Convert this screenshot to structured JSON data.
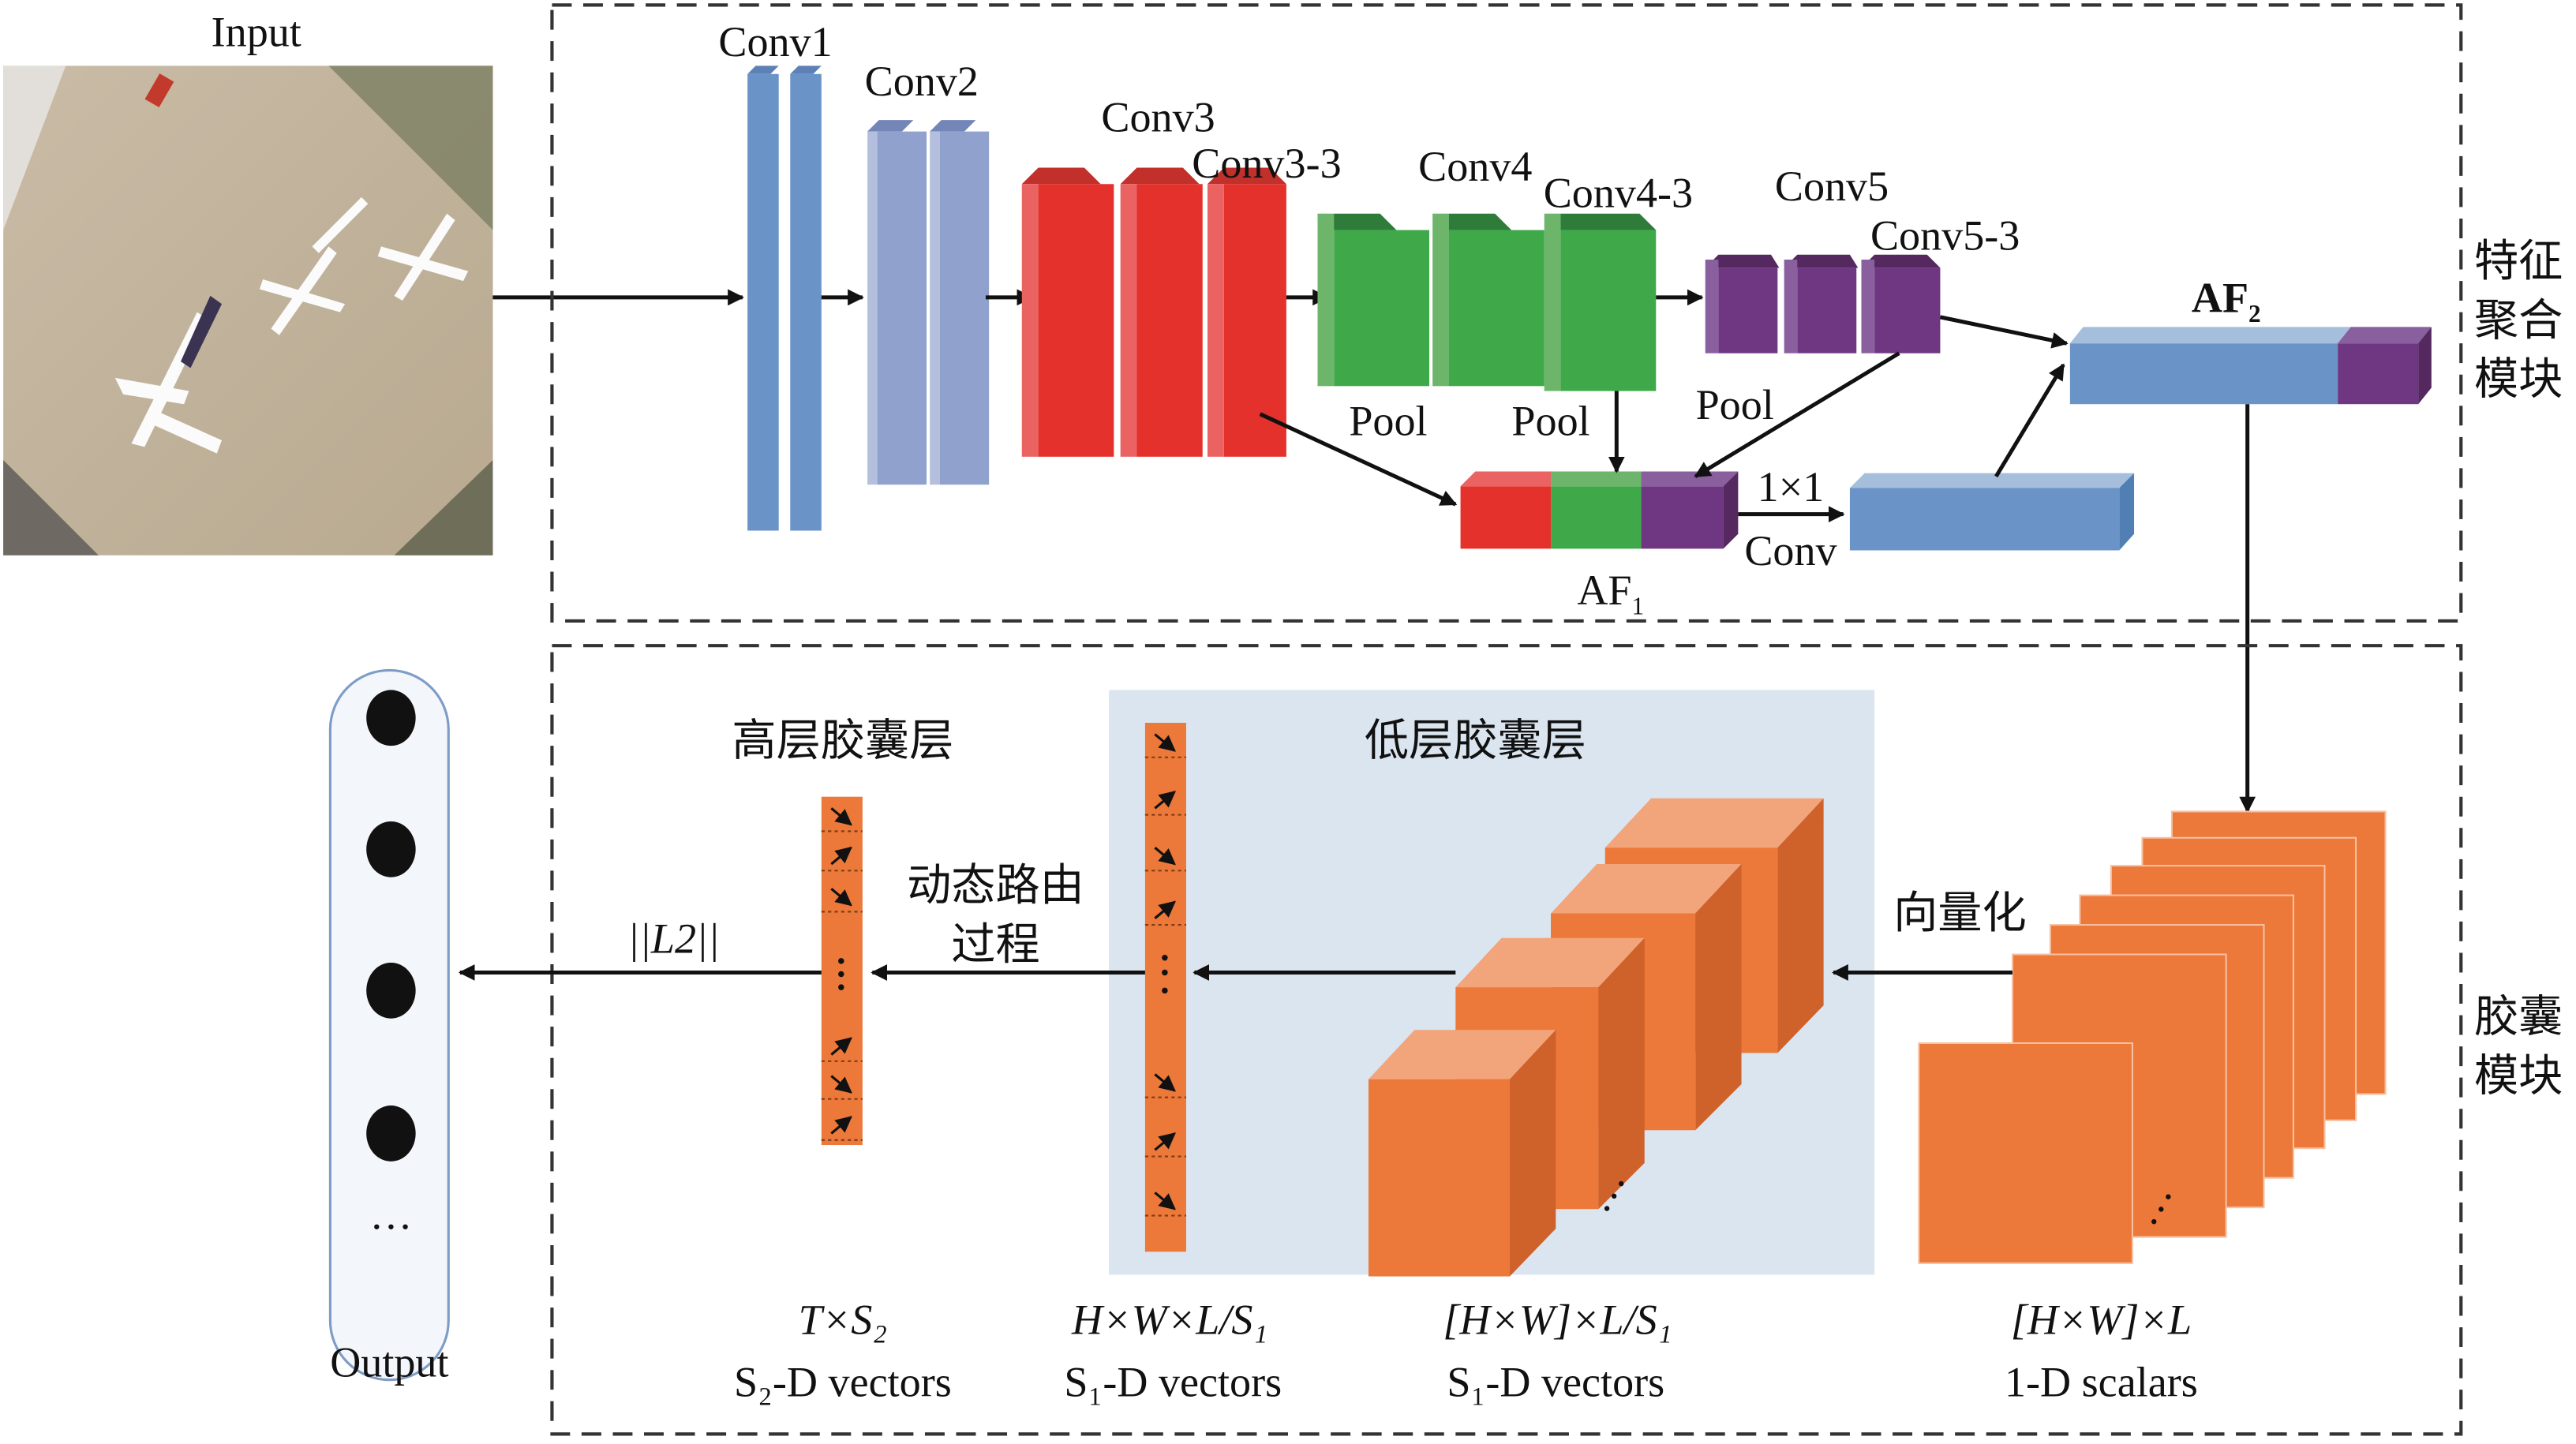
{
  "input": {
    "label": "Input",
    "image_desc": "aerial photo of airport apron with four parked aircraft"
  },
  "feature_module": {
    "side_label": [
      "特征",
      "聚合",
      "模块"
    ],
    "layers": [
      {
        "label": "Conv1",
        "color": "#6a93c7"
      },
      {
        "label": "Conv2",
        "color": "#8fa1cc"
      },
      {
        "label": "Conv3",
        "color": "#e5312b"
      },
      {
        "label": "Conv3-3",
        "color": "#e5312b"
      },
      {
        "label": "Conv4",
        "color": "#3fa94a"
      },
      {
        "label": "Conv4-3",
        "color": "#3fa94a"
      },
      {
        "label": "Conv5",
        "color": "#6f3682"
      },
      {
        "label": "Conv5-3",
        "color": "#6f3682"
      }
    ],
    "pool_labels": [
      "Pool",
      "Pool",
      "Pool"
    ],
    "af1_label": "AF",
    "af1_sub": "1",
    "conv1x1_top": "1×1",
    "conv1x1_bottom": "Conv",
    "af2_label": "AF",
    "af2_sub": "2"
  },
  "capsule_module": {
    "side_label": [
      "胶囊",
      "模块"
    ],
    "high_caps_title": "高层胶囊层",
    "low_caps_title": "低层胶囊层",
    "routing_label": [
      "动态路由",
      "过程"
    ],
    "vectorize_label": "向量化",
    "norm_label": "||L2||",
    "dims": [
      {
        "line1": "T×S₂",
        "line2": "S₂-D vectors"
      },
      {
        "line1": "H×W×L/S₁",
        "line2": "S₁-D vectors"
      },
      {
        "line1": "[H×W]×L/S₁",
        "line2": "S₁-D vectors"
      },
      {
        "line1": "[H×W]×L",
        "line2": "1-D scalars"
      }
    ],
    "ellipsis": "…"
  },
  "output": {
    "label": "Output",
    "ellipsis": "…"
  },
  "colors": {
    "orange": "#ec7839",
    "blue": "#6a93c7",
    "panel": "#dbe5f0"
  }
}
